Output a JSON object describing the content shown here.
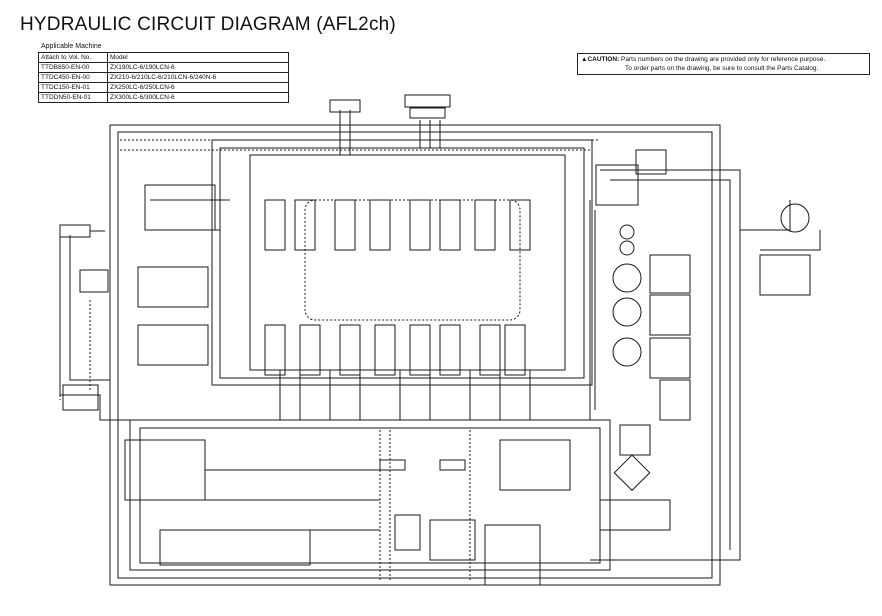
{
  "title": "HYDRAULIC CIRCUIT DIAGRAM (AFL2ch)",
  "applicable_machine": {
    "caption": "Applicable Machine",
    "headers": [
      "Attach to Vol. No.",
      "Model"
    ],
    "rows": [
      [
        "TTDB850-EN-00",
        "ZX190LC-6/190LCN-6"
      ],
      [
        "TTDC450-EN-00",
        "ZX210-6/210LC-6/210LCN-6/240N-6"
      ],
      [
        "TTDC150-EN-01",
        "ZX250LC-6/250LCN-6"
      ],
      [
        "TTDDN50-EN-01",
        "ZX300LC-6/300LCN-6"
      ]
    ]
  },
  "caution": {
    "icon": "warning-triangle-icon",
    "label": "CAUTION:",
    "line1": "Parts numbers on the drawing are provided only for reference purpose.",
    "line2": "To order parts on the drawing, be sure to consult the Parts Catalog."
  },
  "colors": {
    "line": "#1a1a1a",
    "background": "#ffffff"
  }
}
